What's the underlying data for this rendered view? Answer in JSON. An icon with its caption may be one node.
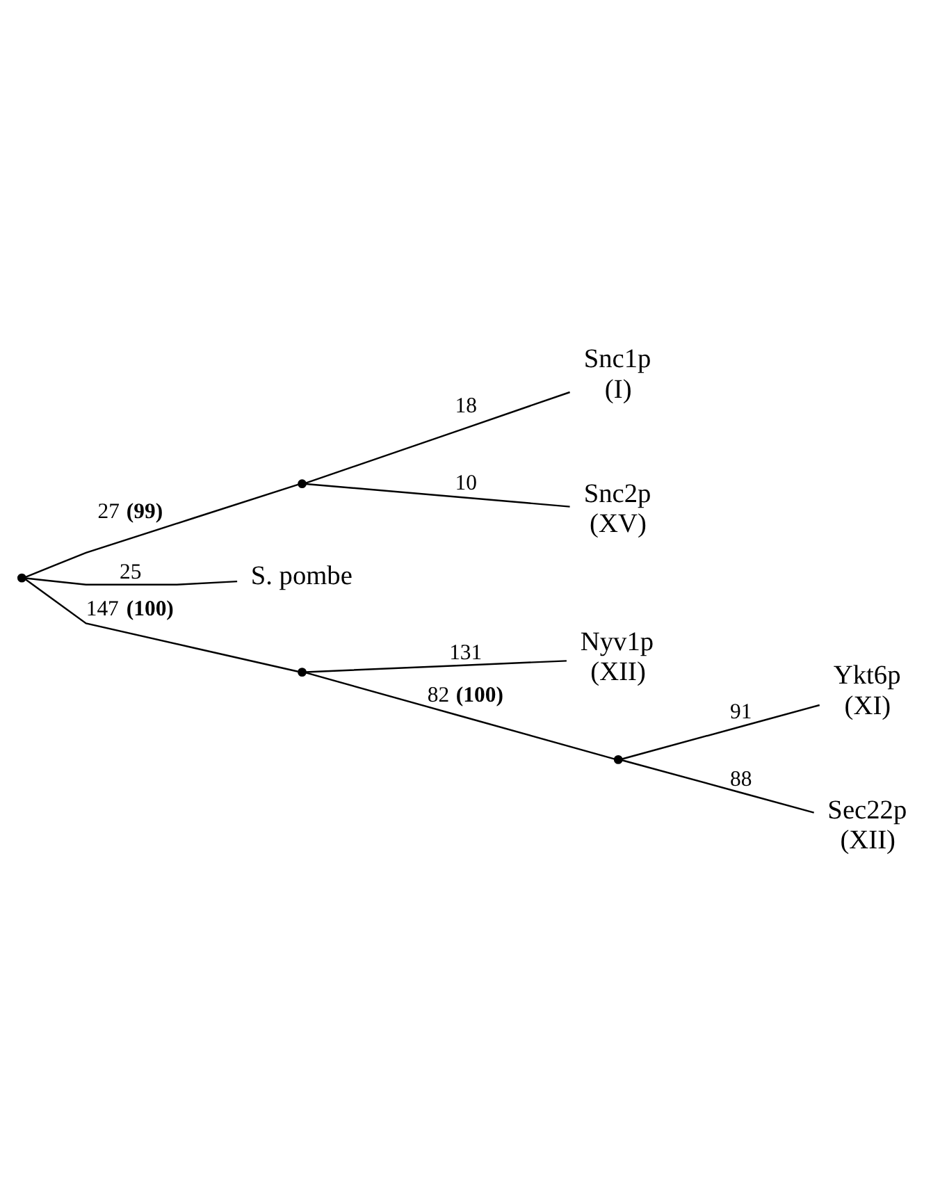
{
  "diagram": {
    "nodes": [
      {
        "text": [],
        "shape": "point"
      },
      {
        "text": [],
        "shape": "point"
      },
      {
        "text": [
          "Snc1p",
          "(I)"
        ]
      },
      {
        "text": [
          "Snc2p",
          "(XV)"
        ]
      },
      {
        "text": [
          "S. pombe"
        ]
      },
      {
        "text": [],
        "shape": "point"
      },
      {
        "text": [
          "Nyv1p",
          "(XII)"
        ]
      },
      {
        "text": [],
        "shape": "point"
      },
      {
        "text": [
          "Ykt6p",
          "(XI)"
        ]
      },
      {
        "text": [
          "Sec22p",
          "(XII)"
        ]
      }
    ],
    "edges": [
      {
        "from": 0,
        "to": 1,
        "arrow": "none",
        "label": "27 **(99)**"
      },
      {
        "from": 1,
        "to": 2,
        "arrow": "none",
        "label": "18"
      },
      {
        "from": 1,
        "to": 3,
        "arrow": "none",
        "label": "10"
      },
      {
        "from": 0,
        "to": 4,
        "arrow": "none",
        "label": "25"
      },
      {
        "from": 0,
        "to": 5,
        "arrow": "none",
        "label": "147 **(100)**"
      },
      {
        "from": 5,
        "to": 6,
        "arrow": "none",
        "label": "131"
      },
      {
        "from": 5,
        "to": 7,
        "arrow": "none",
        "label": "82 **(100)**"
      },
      {
        "from": 7,
        "to": 8,
        "arrow": "none",
        "label": "91"
      },
      {
        "from": 7,
        "to": 9,
        "arrow": "none",
        "label": "88"
      }
    ]
  }
}
